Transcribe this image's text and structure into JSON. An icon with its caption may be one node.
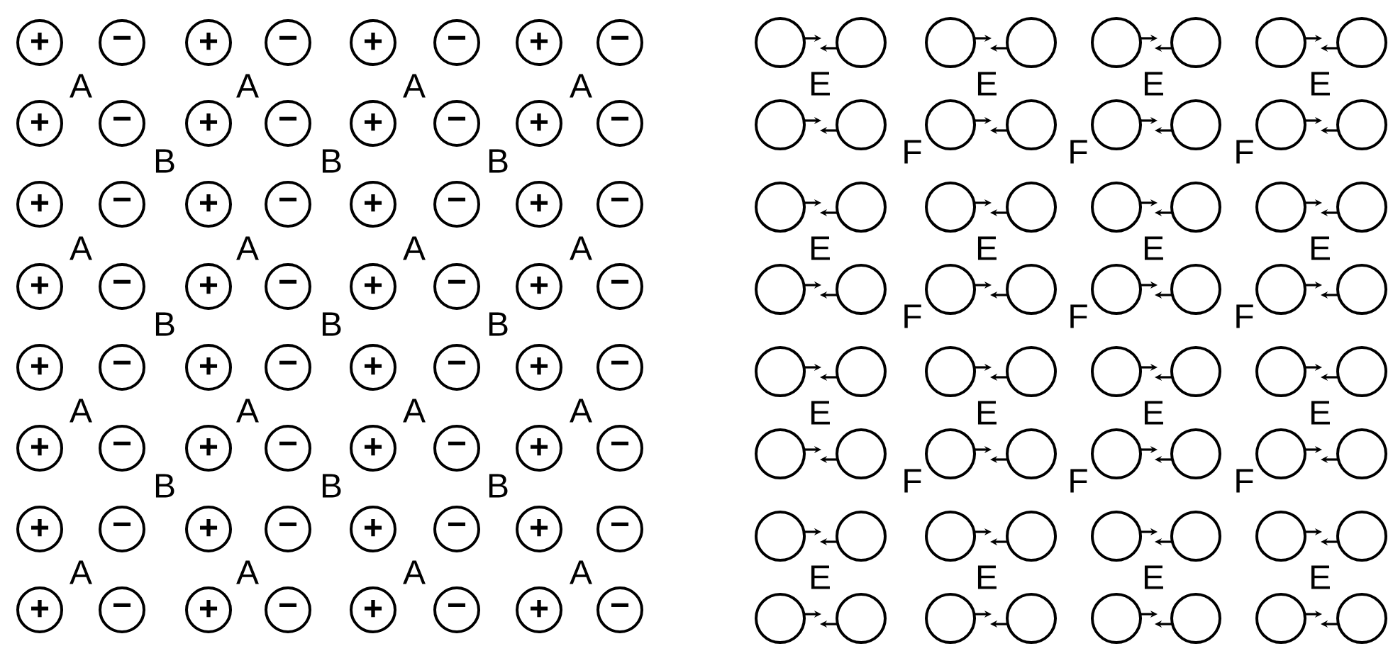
{
  "diagram": {
    "nodes": [
      {
        "text": [
          "+"
        ]
      },
      {
        "text": [
          "−"
        ]
      },
      {
        "text": [
          "+"
        ]
      },
      {
        "text": [
          "−"
        ]
      },
      {
        "text": [
          "+"
        ]
      },
      {
        "text": [
          "−"
        ]
      },
      {
        "text": [
          "+"
        ]
      },
      {
        "text": [
          "−"
        ]
      },
      {
        "text": [
          "+"
        ]
      },
      {
        "text": [
          "−"
        ]
      },
      {
        "text": [
          "+"
        ]
      },
      {
        "text": [
          "−"
        ]
      },
      {
        "text": [
          "+"
        ]
      },
      {
        "text": [
          "−"
        ]
      },
      {
        "text": [
          "+"
        ]
      },
      {
        "text": [
          "−"
        ]
      },
      {
        "text": [
          "+"
        ]
      },
      {
        "text": [
          "−"
        ]
      },
      {
        "text": [
          "+"
        ]
      },
      {
        "text": [
          "−"
        ]
      },
      {
        "text": [
          "+"
        ]
      },
      {
        "text": [
          "−"
        ]
      },
      {
        "text": [
          "+"
        ]
      },
      {
        "text": [
          "−"
        ]
      },
      {
        "text": [
          "+"
        ]
      },
      {
        "text": [
          "−"
        ]
      },
      {
        "text": [
          "+"
        ]
      },
      {
        "text": [
          "−"
        ]
      },
      {
        "text": [
          "+"
        ]
      },
      {
        "text": [
          "−"
        ]
      },
      {
        "text": [
          "+"
        ]
      },
      {
        "text": [
          "−"
        ]
      },
      {
        "text": [
          "+"
        ]
      },
      {
        "text": [
          "−"
        ]
      },
      {
        "text": [
          "+"
        ]
      },
      {
        "text": [
          "−"
        ]
      },
      {
        "text": [
          "+"
        ]
      },
      {
        "text": [
          "−"
        ]
      },
      {
        "text": [
          "+"
        ]
      },
      {
        "text": [
          "−"
        ]
      },
      {
        "text": [
          "+"
        ]
      },
      {
        "text": [
          "−"
        ]
      },
      {
        "text": [
          "+"
        ]
      },
      {
        "text": [
          "−"
        ]
      },
      {
        "text": [
          "+"
        ]
      },
      {
        "text": [
          "−"
        ]
      },
      {
        "text": [
          "+"
        ]
      },
      {
        "text": [
          "−"
        ]
      },
      {
        "text": [
          "+"
        ]
      },
      {
        "text": [
          "−"
        ]
      },
      {
        "text": [
          "+"
        ]
      },
      {
        "text": [
          "−"
        ]
      },
      {
        "text": [
          "+"
        ]
      },
      {
        "text": [
          "−"
        ]
      },
      {
        "text": [
          "+"
        ]
      },
      {
        "text": [
          "−"
        ]
      },
      {
        "text": [
          "+"
        ]
      },
      {
        "text": [
          "−"
        ]
      },
      {
        "text": [
          "+"
        ]
      },
      {
        "text": [
          "−"
        ]
      },
      {
        "text": [
          "+"
        ]
      },
      {
        "text": [
          "−"
        ]
      },
      {
        "text": [
          "+"
        ]
      },
      {
        "text": [
          "−"
        ]
      },
      {
        "text": [],
        "shape": "circle"
      },
      {
        "text": [],
        "shape": "circle"
      },
      {
        "text": [],
        "shape": "circle"
      },
      {
        "text": [],
        "shape": "circle"
      },
      {
        "text": [],
        "shape": "circle"
      },
      {
        "text": [],
        "shape": "circle"
      },
      {
        "text": [],
        "shape": "circle"
      },
      {
        "text": [],
        "shape": "circle"
      },
      {
        "text": [],
        "shape": "circle"
      },
      {
        "text": [],
        "shape": "circle"
      },
      {
        "text": [],
        "shape": "circle"
      },
      {
        "text": [],
        "shape": "circle"
      },
      {
        "text": [],
        "shape": "circle"
      },
      {
        "text": [],
        "shape": "circle"
      },
      {
        "text": [],
        "shape": "circle"
      },
      {
        "text": [],
        "shape": "circle"
      },
      {
        "text": [],
        "shape": "circle"
      },
      {
        "text": [],
        "shape": "circle"
      },
      {
        "text": [],
        "shape": "circle"
      },
      {
        "text": [],
        "shape": "circle"
      },
      {
        "text": [],
        "shape": "circle"
      },
      {
        "text": [],
        "shape": "circle"
      },
      {
        "text": [],
        "shape": "circle"
      },
      {
        "text": [],
        "shape": "circle"
      },
      {
        "text": [],
        "shape": "circle"
      },
      {
        "text": [],
        "shape": "circle"
      },
      {
        "text": [],
        "shape": "circle"
      },
      {
        "text": [],
        "shape": "circle"
      },
      {
        "text": [],
        "shape": "circle"
      },
      {
        "text": [],
        "shape": "circle"
      },
      {
        "text": [],
        "shape": "circle"
      },
      {
        "text": [],
        "shape": "circle"
      },
      {
        "text": [],
        "shape": "circle"
      },
      {
        "text": [],
        "shape": "circle"
      },
      {
        "text": [],
        "shape": "circle"
      },
      {
        "text": [],
        "shape": "circle"
      },
      {
        "text": [],
        "shape": "circle"
      },
      {
        "text": [],
        "shape": "circle"
      },
      {
        "text": [],
        "shape": "circle"
      },
      {
        "text": [],
        "shape": "circle"
      },
      {
        "text": [],
        "shape": "circle"
      },
      {
        "text": [],
        "shape": "circle"
      },
      {
        "text": [],
        "shape": "circle"
      },
      {
        "text": [],
        "shape": "circle"
      },
      {
        "text": [],
        "shape": "circle"
      },
      {
        "text": [],
        "shape": "circle"
      },
      {
        "text": [],
        "shape": "circle"
      },
      {
        "text": [],
        "shape": "circle"
      },
      {
        "text": [],
        "shape": "circle"
      },
      {
        "text": [],
        "shape": "circle"
      },
      {
        "text": [],
        "shape": "circle"
      },
      {
        "text": [],
        "shape": "circle"
      },
      {
        "text": [],
        "shape": "circle"
      },
      {
        "text": [],
        "shape": "circle"
      },
      {
        "text": [],
        "shape": "circle"
      },
      {
        "text": [],
        "shape": "circle"
      },
      {
        "text": [],
        "shape": "circle"
      },
      {
        "text": [],
        "shape": "circle"
      },
      {
        "text": [],
        "shape": "circle"
      },
      {
        "text": [],
        "shape": "circle"
      },
      {
        "text": [],
        "shape": "circle"
      },
      {
        "text": [],
        "shape": "circle"
      },
      {
        "text": [],
        "shape": "circle"
      },
      {
        "text": [],
        "shape": "circle"
      }
    ],
    "labels": [
      "A",
      "A",
      "A",
      "A",
      "B",
      "B",
      "B",
      "A",
      "A",
      "A",
      "A",
      "B",
      "B",
      "B",
      "A",
      "A",
      "A",
      "A",
      "B",
      "B",
      "B",
      "A",
      "A",
      "A",
      "A",
      "E",
      "E",
      "E",
      "E",
      "F",
      "F",
      "F",
      "E",
      "E",
      "E",
      "E",
      "F",
      "F",
      "F",
      "E",
      "E",
      "E",
      "E",
      "F",
      "F",
      "F",
      "E",
      "E",
      "E",
      "E"
    ]
  }
}
